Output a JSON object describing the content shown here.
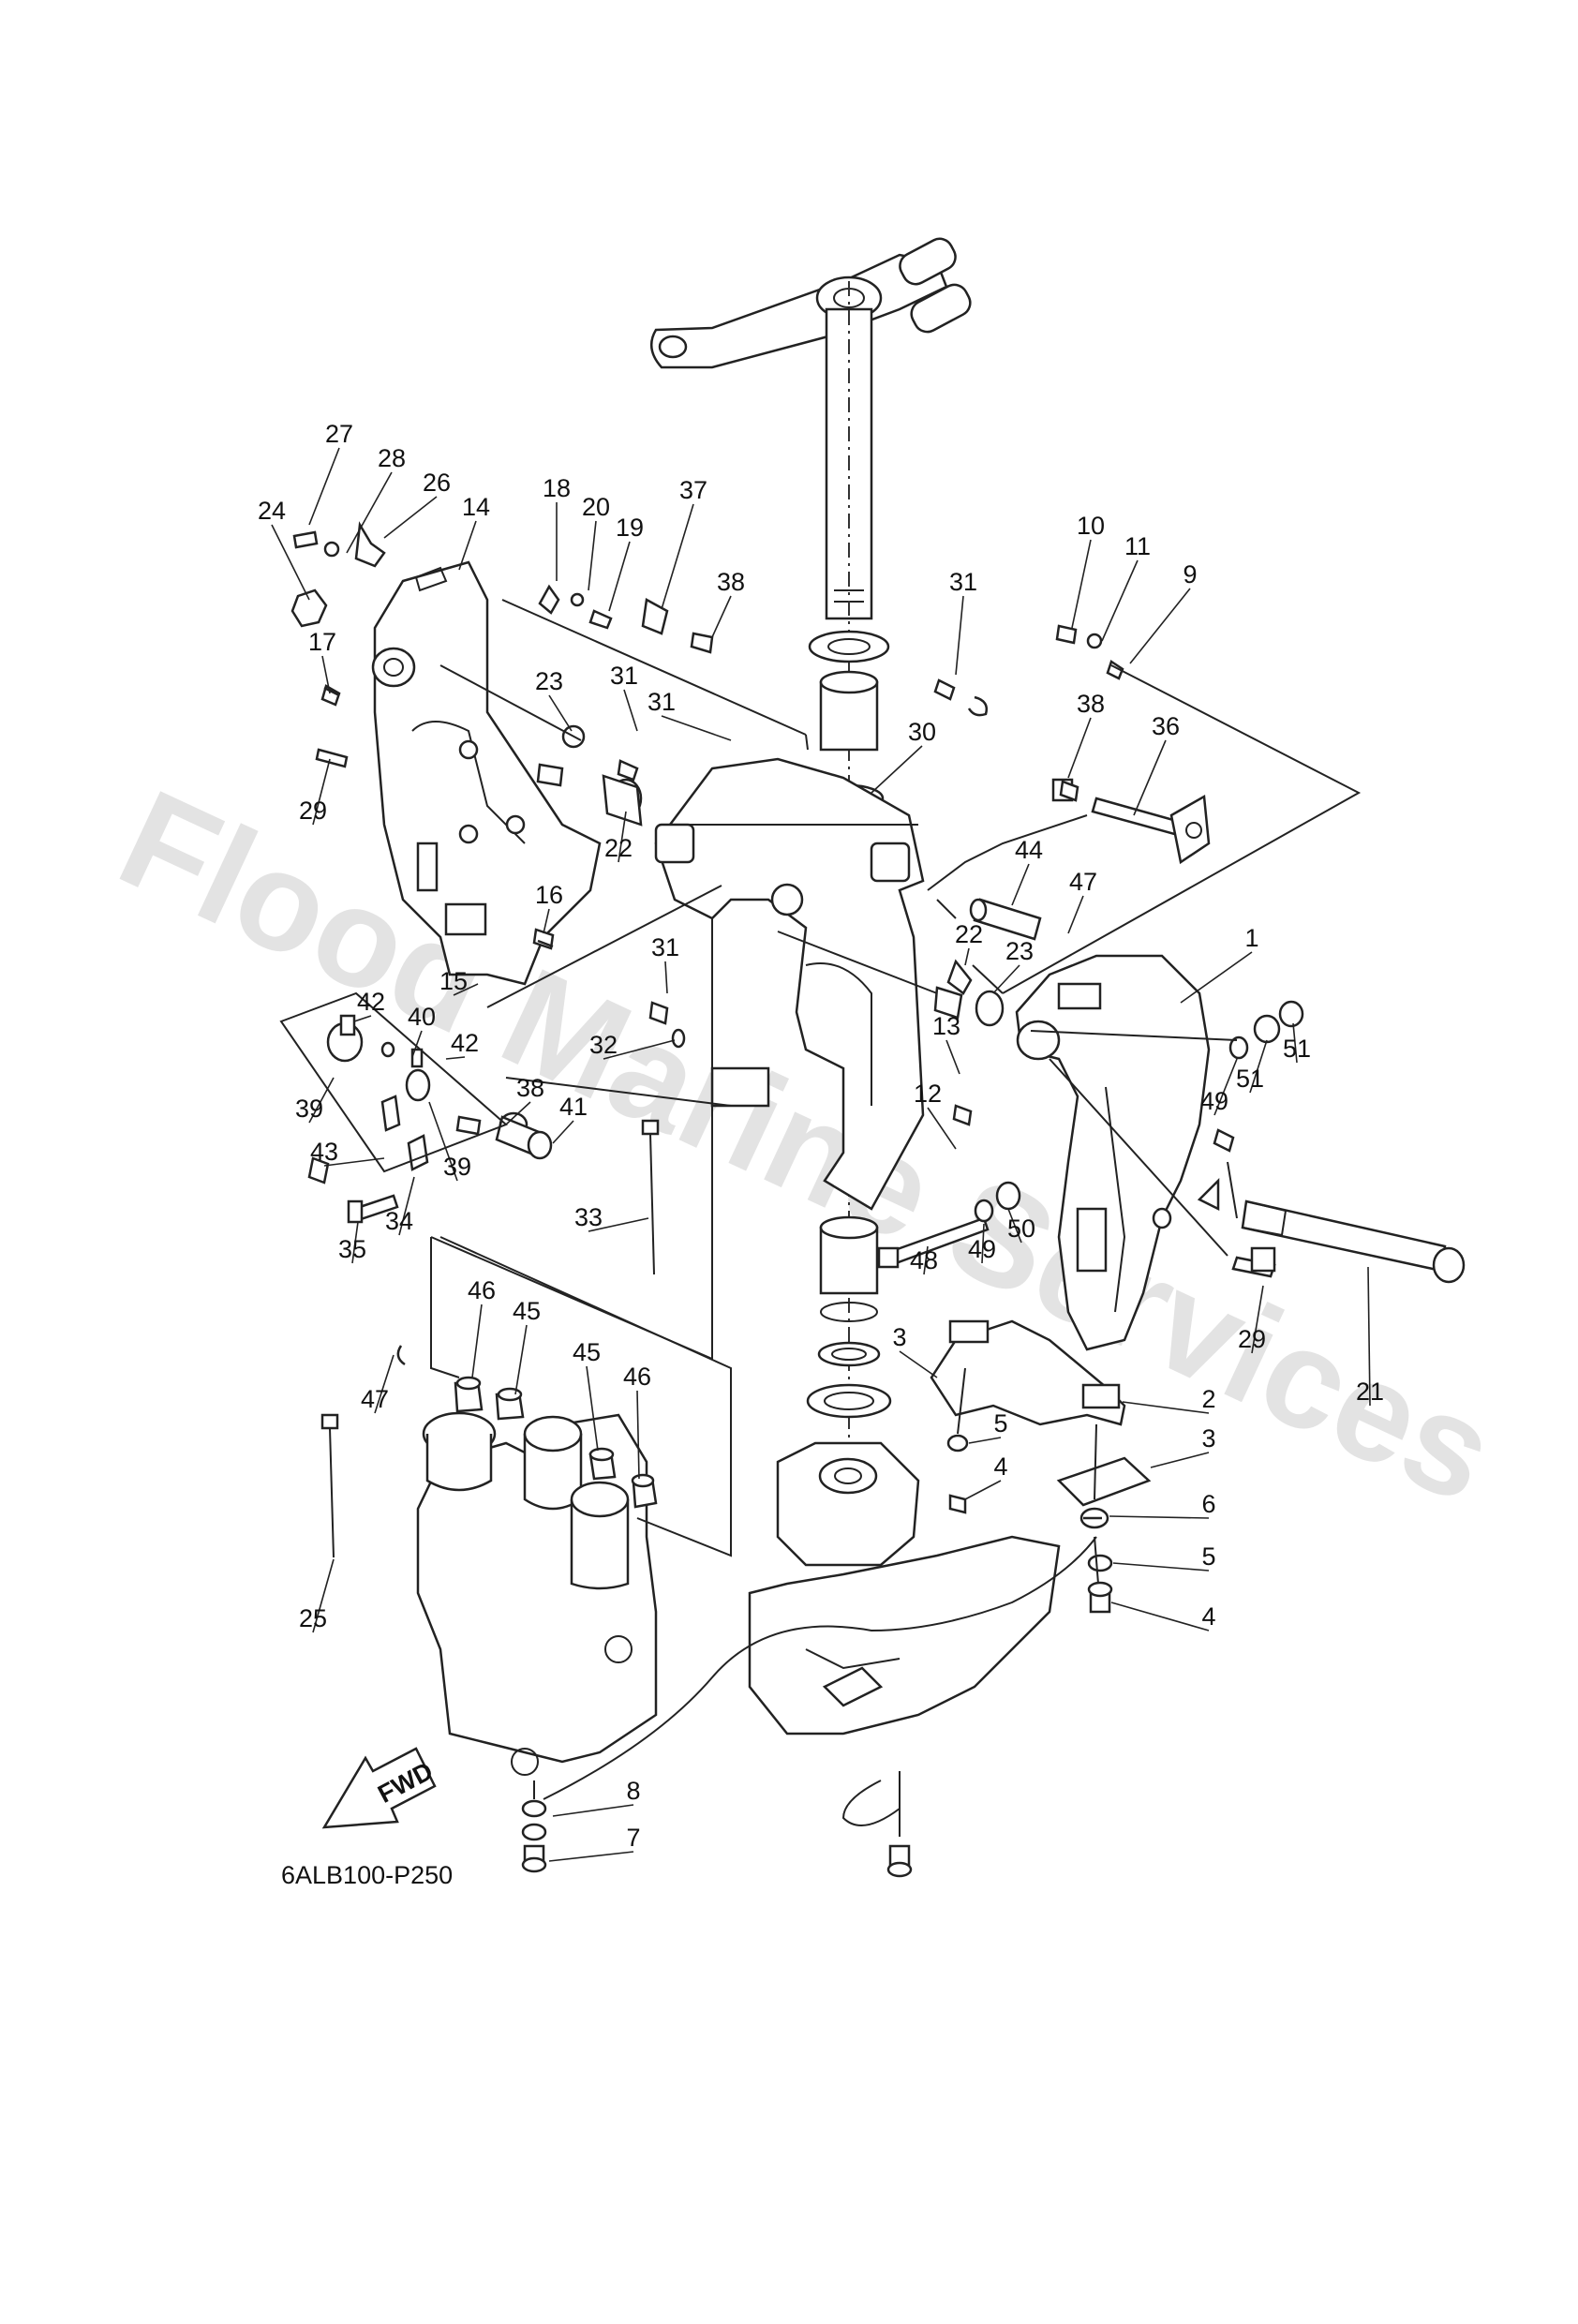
{
  "watermark": "Flood Marine Services",
  "figure_code": "6ALB100-P250",
  "fwd_label": "FWD",
  "callouts": [
    {
      "id": "c27a",
      "text": "27"
    },
    {
      "id": "c28",
      "text": "28"
    },
    {
      "id": "c26",
      "text": "26"
    },
    {
      "id": "c24",
      "text": "24"
    },
    {
      "id": "c14",
      "text": "14"
    },
    {
      "id": "c18",
      "text": "18"
    },
    {
      "id": "c20",
      "text": "20"
    },
    {
      "id": "c19",
      "text": "19"
    },
    {
      "id": "c37",
      "text": "37"
    },
    {
      "id": "c38a",
      "text": "38"
    },
    {
      "id": "c31a",
      "text": "31"
    },
    {
      "id": "c10",
      "text": "10"
    },
    {
      "id": "c11",
      "text": "11"
    },
    {
      "id": "c9",
      "text": "9"
    },
    {
      "id": "c17",
      "text": "17"
    },
    {
      "id": "c23a",
      "text": "23"
    },
    {
      "id": "c31b",
      "text": "31"
    },
    {
      "id": "c31c",
      "text": "31"
    },
    {
      "id": "c30",
      "text": "30"
    },
    {
      "id": "c38b",
      "text": "38"
    },
    {
      "id": "c36",
      "text": "36"
    },
    {
      "id": "c29a",
      "text": "29"
    },
    {
      "id": "c22a",
      "text": "22"
    },
    {
      "id": "c44",
      "text": "44"
    },
    {
      "id": "c47a",
      "text": "47"
    },
    {
      "id": "c16",
      "text": "16"
    },
    {
      "id": "c15",
      "text": "15"
    },
    {
      "id": "c1",
      "text": "1"
    },
    {
      "id": "c22b",
      "text": "22"
    },
    {
      "id": "c23b",
      "text": "23"
    },
    {
      "id": "c31d",
      "text": "31"
    },
    {
      "id": "c42a",
      "text": "42"
    },
    {
      "id": "c40",
      "text": "40"
    },
    {
      "id": "c42b",
      "text": "42"
    },
    {
      "id": "c32",
      "text": "32"
    },
    {
      "id": "c13",
      "text": "13"
    },
    {
      "id": "c51a",
      "text": "51"
    },
    {
      "id": "c51b",
      "text": "51"
    },
    {
      "id": "c49a",
      "text": "49"
    },
    {
      "id": "c39a",
      "text": "39"
    },
    {
      "id": "c38c",
      "text": "38"
    },
    {
      "id": "c41",
      "text": "41"
    },
    {
      "id": "c12",
      "text": "12"
    },
    {
      "id": "c43",
      "text": "43"
    },
    {
      "id": "c39b",
      "text": "39"
    },
    {
      "id": "c33",
      "text": "33"
    },
    {
      "id": "c50",
      "text": "50"
    },
    {
      "id": "c35",
      "text": "35"
    },
    {
      "id": "c34",
      "text": "34"
    },
    {
      "id": "c49b",
      "text": "49"
    },
    {
      "id": "c48",
      "text": "48"
    },
    {
      "id": "c29b",
      "text": "29"
    },
    {
      "id": "c21",
      "text": "21"
    },
    {
      "id": "c46a",
      "text": "46"
    },
    {
      "id": "c45a",
      "text": "45"
    },
    {
      "id": "c3a",
      "text": "3"
    },
    {
      "id": "c47b",
      "text": "47"
    },
    {
      "id": "c45b",
      "text": "45"
    },
    {
      "id": "c46b",
      "text": "46"
    },
    {
      "id": "c2",
      "text": "2"
    },
    {
      "id": "c5a",
      "text": "5"
    },
    {
      "id": "c3b",
      "text": "3"
    },
    {
      "id": "c4a",
      "text": "4"
    },
    {
      "id": "c6",
      "text": "6"
    },
    {
      "id": "c5b",
      "text": "5"
    },
    {
      "id": "c4b",
      "text": "4"
    },
    {
      "id": "c25",
      "text": "25"
    },
    {
      "id": "c8",
      "text": "8"
    },
    {
      "id": "c7",
      "text": "7"
    }
  ]
}
